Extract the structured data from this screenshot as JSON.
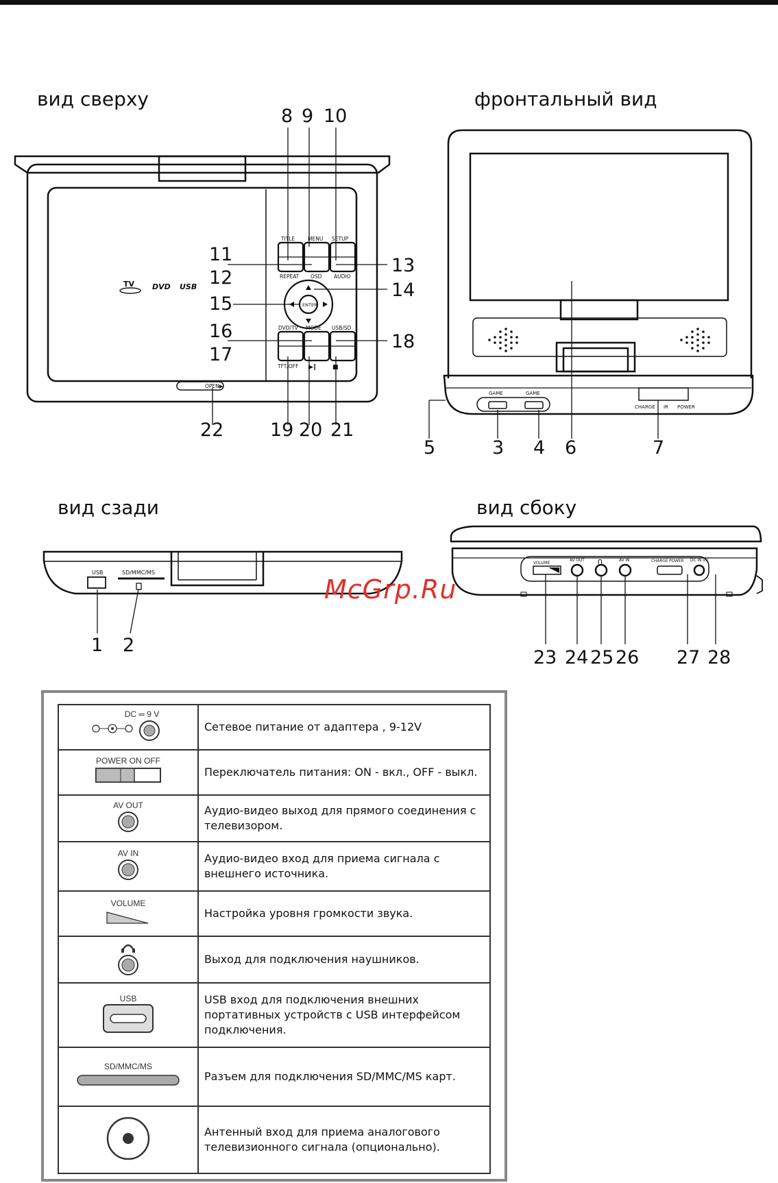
{
  "views": {
    "top": "вид сверху",
    "front": "фронтальный вид",
    "rear": "вид сзади",
    "side": "вид сбоку"
  },
  "top_panel": {
    "buttons_upper": [
      "TITLE",
      "MENU",
      "SETUP"
    ],
    "buttons_mid": [
      "REPEAT",
      "OSD",
      "AUDIO"
    ],
    "enter": "ENTER",
    "buttons_lower": [
      "DVD/TV",
      "MODE",
      "USB/SD"
    ],
    "buttons_bottom": [
      "TFT/OFF",
      "▶‖",
      "■"
    ],
    "open_label": "OPEN▶",
    "logos": [
      "TV",
      "DVD",
      "USB"
    ]
  },
  "front_panel": {
    "game_labels": [
      "GAME",
      "GAME"
    ],
    "status_labels": [
      "CHARGE",
      "IR",
      "POWER"
    ]
  },
  "rear_panel": {
    "usb": "USB",
    "card": "SD/MMC/MS"
  },
  "side_panel": {
    "volume": "VOLUME",
    "av_out": "AV OUT",
    "av_in": "AV IN",
    "charge": "CHARGE",
    "power": "POWER",
    "dc_in": "DC IN 9V"
  },
  "callouts": {
    "n1": "1",
    "n2": "2",
    "n3": "3",
    "n4": "4",
    "n5": "5",
    "n6": "6",
    "n7": "7",
    "n8": "8",
    "n9": "9",
    "n10": "10",
    "n11": "11",
    "n12": "12",
    "n13": "13",
    "n14": "14",
    "n15": "15",
    "n16": "16",
    "n17": "17",
    "n18": "18",
    "n19": "19",
    "n20": "20",
    "n21": "21",
    "n22": "22",
    "n23": "23",
    "n24": "24",
    "n25": "25",
    "n26": "26",
    "n27": "27",
    "n28": "28"
  },
  "watermark": "McGrp.Ru",
  "legend": [
    {
      "symbol": "DC ═ 9 V",
      "icon": "dc-jack-icon",
      "text": "Сетевое питание от адаптера ,     9-12V"
    },
    {
      "symbol": "POWER   ON   OFF",
      "icon": "power-switch-icon",
      "text": "Переключатель питания: ON - вкл., OFF - выкл."
    },
    {
      "symbol": "AV OUT",
      "icon": "av-out-jack-icon",
      "text": "Аудио-видео выход для прямого соединения с телевизором."
    },
    {
      "symbol": "AV IN",
      "icon": "av-in-jack-icon",
      "text": "Аудио-видео вход для приема сигнала с внешнего источника."
    },
    {
      "symbol": "VOLUME",
      "icon": "volume-wedge-icon",
      "text": "Настройка уровня громкости звука."
    },
    {
      "symbol": "",
      "icon": "headphone-jack-icon",
      "text": "Выход для подключения наушников."
    },
    {
      "symbol": "USB",
      "icon": "usb-port-icon",
      "text": "USB вход для подключения внешних портативных устройств с USB интерфейсом подключения."
    },
    {
      "symbol": "SD/MMC/MS",
      "icon": "card-slot-icon",
      "text": "Разъем для подключения SD/MMC/MS карт."
    },
    {
      "symbol": "",
      "icon": "antenna-jack-icon",
      "text": "Антенный вход для приема аналогового телевизионного сигнала (опционально)."
    }
  ]
}
